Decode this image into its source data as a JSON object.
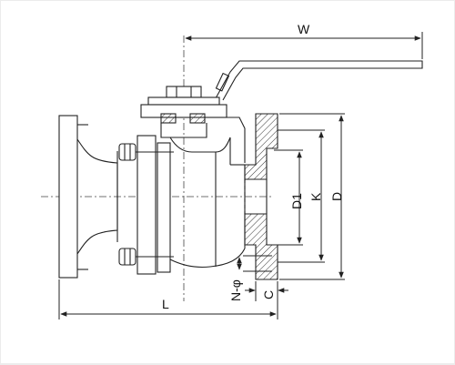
{
  "labels": {
    "w": "W",
    "d1": "D1",
    "k": "K",
    "d": "D",
    "l": "L",
    "n_phi": "N-φ",
    "c": "C"
  },
  "colors": {
    "line": "#222222",
    "hatch": "#333333",
    "background": "#ffffff",
    "frame": "#ececec"
  }
}
